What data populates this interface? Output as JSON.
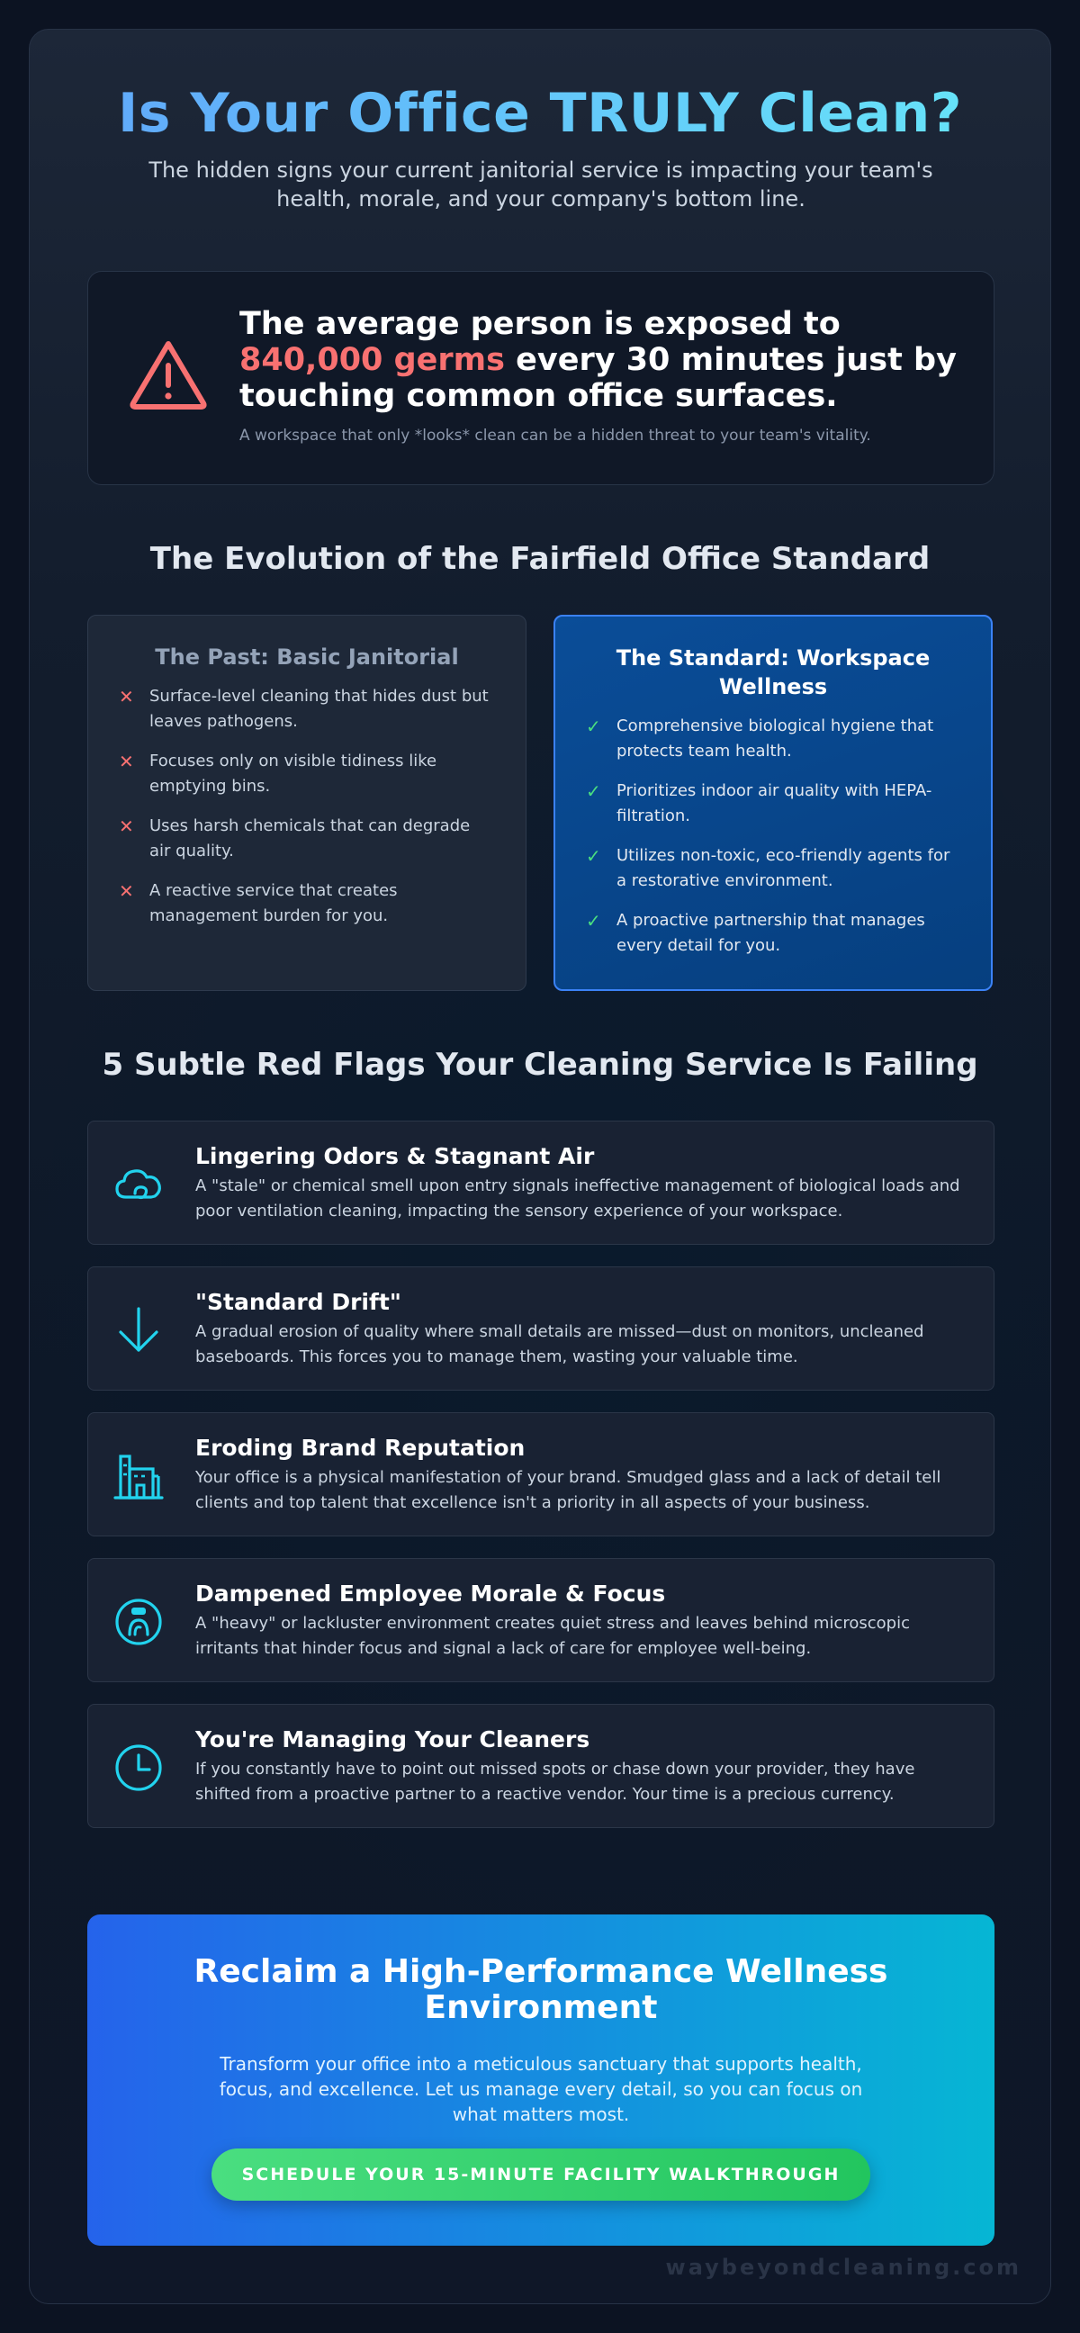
{
  "header": {
    "title": "Is Your Office TRULY Clean?",
    "subtitle": "The hidden signs your current janitorial service is impacting your team's health, morale, and your company's bottom line."
  },
  "stat": {
    "icon": "warning-triangle-icon",
    "text_before": "The average person is exposed to",
    "highlight": "840,000 germs",
    "text_after": "every 30 minutes just by touching common office surfaces.",
    "note": "A workspace that only *looks* clean can be a hidden threat to your team's vitality.",
    "highlight_color": "#f87171"
  },
  "evolution": {
    "title": "The Evolution of the Fairfield Office Standard",
    "past": {
      "title": "The Past: Basic Janitorial",
      "items": [
        "Surface-level cleaning that hides dust but leaves pathogens.",
        "Focuses only on visible tidiness like emptying bins.",
        "Uses harsh chemicals that can degrade air quality.",
        "A reactive service that creates management burden for you."
      ]
    },
    "standard": {
      "title": "The Standard: Workspace Wellness",
      "items": [
        "Comprehensive biological hygiene that protects team health.",
        "Prioritizes indoor air quality with HEPA-filtration.",
        "Utilizes non-toxic, eco-friendly agents for a restorative environment.",
        "A proactive partnership that manages every detail for you."
      ]
    }
  },
  "red_flags": {
    "title": "5 Subtle Red Flags Your Cleaning Service Is Failing",
    "items": [
      {
        "icon": "cloud-odor-icon",
        "title": "Lingering Odors & Stagnant Air",
        "description": "A \"stale\" or chemical smell upon entry signals ineffective management of biological loads and poor ventilation cleaning, impacting the sensory experience of your workspace."
      },
      {
        "icon": "arrow-down-icon",
        "title": "\"Standard Drift\"",
        "description": "A gradual erosion of quality where small details are missed—dust on monitors, uncleaned baseboards. This forces you to manage them, wasting your valuable time."
      },
      {
        "icon": "building-icon",
        "title": "Eroding Brand Reputation",
        "description": "Your office is a physical manifestation of your brand. Smudged glass and a lack of detail tell clients and top talent that excellence isn't a priority in all aspects of your business."
      },
      {
        "icon": "person-circle-icon",
        "title": "Dampened Employee Morale & Focus",
        "description": "A \"heavy\" or lackluster environment creates quiet stress and leaves behind microscopic irritants that hinder focus and signal a lack of care for employee well-being."
      },
      {
        "icon": "clock-icon",
        "title": "You're Managing Your Cleaners",
        "description": "If you constantly have to point out missed spots or chase down your provider, they have shifted from a proactive partner to a reactive vendor. Your time is a precious currency."
      }
    ]
  },
  "cta": {
    "title": "Reclaim a High-Performance Wellness Environment",
    "description": "Transform your office into a meticulous sanctuary that supports health, focus, and excellence. Let us manage every detail, so you can focus on what matters most.",
    "button_label": "SCHEDULE YOUR 15-MINUTE FACILITY WALKTHROUGH"
  },
  "footer": {
    "brand": "waybeyondcleaning.com"
  },
  "colors": {
    "accent_blue": "#60a5fa",
    "accent_cyan": "#22d3ee",
    "danger": "#f87171",
    "success": "#4ade80"
  }
}
